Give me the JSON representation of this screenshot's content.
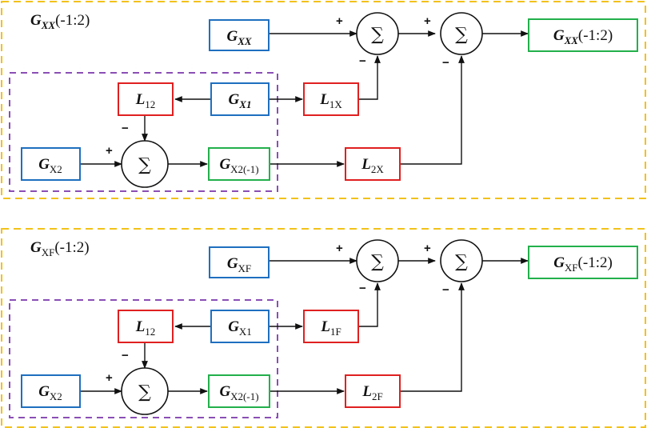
{
  "sum_symbol": "∑",
  "plus": "+",
  "minus": "−",
  "panels": [
    {
      "title_main": "G",
      "title_sub": "XX",
      "title_rest": "(-1:2)",
      "gxx_main": "G",
      "gxx_sub": "XX",
      "gx1_main": "G",
      "gx1_sub": "X1",
      "gx2_main": "G",
      "gx2_sub": "X2",
      "gx2m1_main": "G",
      "gx2m1_sub": "X2(-1)",
      "l12_main": "L",
      "l12_sub": "12",
      "l1_main": "L",
      "l1_sub": "1X",
      "l2_main": "L",
      "l2_sub": "2X",
      "out_main": "G",
      "out_sub": "XX",
      "out_rest": "(-1:2)"
    },
    {
      "title_main": "G",
      "title_sub": "XF",
      "title_rest": "(-1:2)",
      "gxx_main": "G",
      "gxx_sub": "XF",
      "gx1_main": "G",
      "gx1_sub": "X1",
      "gx2_main": "G",
      "gx2_sub": "X2",
      "gx2m1_main": "G",
      "gx2m1_sub": "X2(-1)",
      "l12_main": "L",
      "l12_sub": "12",
      "l1_main": "L",
      "l1_sub": "1F",
      "l2_main": "L",
      "l2_sub": "2F",
      "out_main": "G",
      "out_sub": "XF",
      "out_rest": "(-1:2)"
    }
  ],
  "colors": {
    "input_block": "#1f6fc0",
    "filter_block": "#e02020",
    "output_block": "#22b04b",
    "outer_frame": "#f2c21a",
    "inner_frame": "#8a4fb5"
  }
}
